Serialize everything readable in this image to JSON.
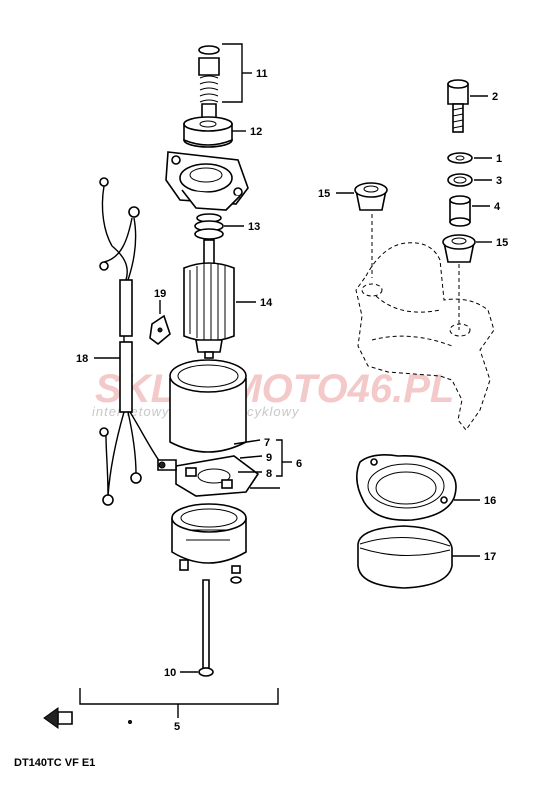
{
  "diagram": {
    "model_code": "DT140TC VF E1",
    "watermark": {
      "brand": "SKLEPMOTO46.PL",
      "tagline": "internetowy sklep motocyklowy"
    },
    "callouts": {
      "c1": "1",
      "c2": "2",
      "c3": "3",
      "c4": "4",
      "c5": "5",
      "c6": "6",
      "c7": "7",
      "c8": "8",
      "c9": "9",
      "c10": "10",
      "c11": "11",
      "c12": "12",
      "c13": "13",
      "c14": "14",
      "c15a": "15",
      "c15b": "15",
      "c16": "16",
      "c17": "17",
      "c18": "18",
      "c19": "19"
    }
  }
}
